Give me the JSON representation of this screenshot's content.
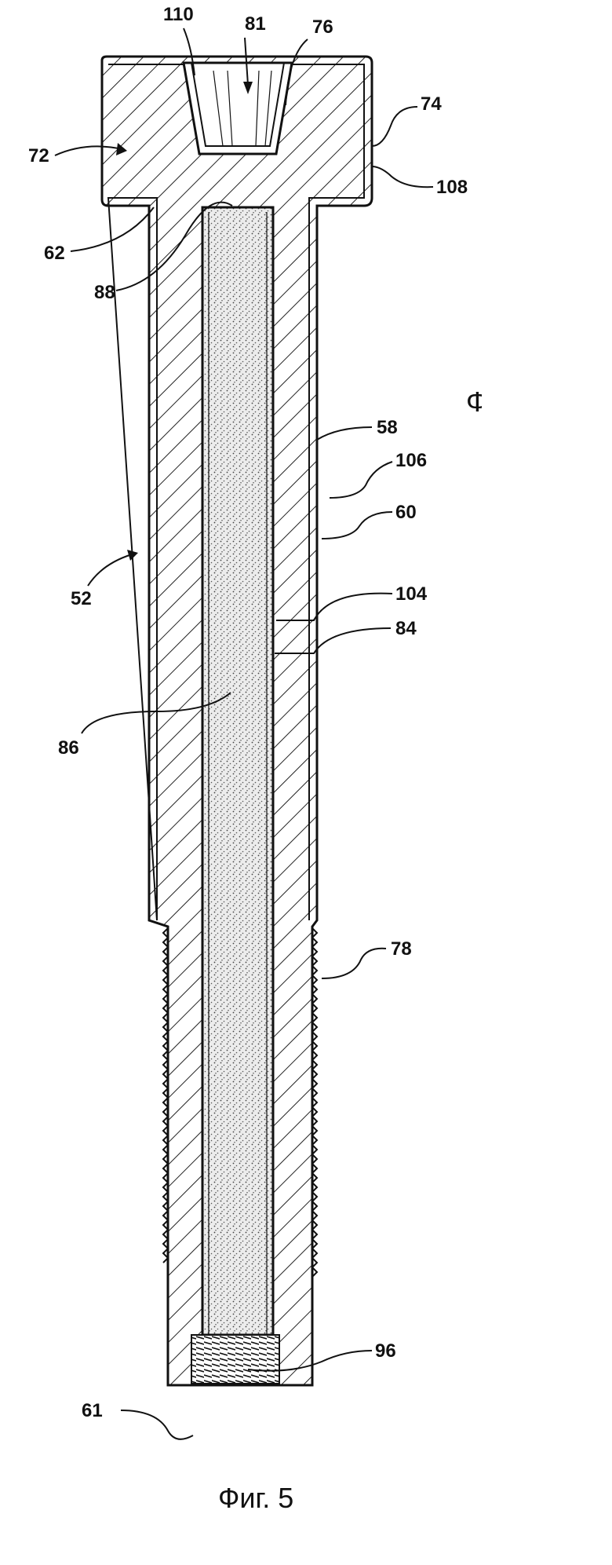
{
  "figure": {
    "caption": "Фиг. 5",
    "edge_glyph": "Φ"
  },
  "labels": {
    "l110": "110",
    "l81": "81",
    "l76": "76",
    "l74": "74",
    "l72": "72",
    "l108": "108",
    "l62": "62",
    "l88": "88",
    "l58": "58",
    "l106": "106",
    "l60": "60",
    "l52": "52",
    "l104": "104",
    "l84": "84",
    "l86": "86",
    "l78": "78",
    "l96": "96",
    "l61": "61"
  }
}
